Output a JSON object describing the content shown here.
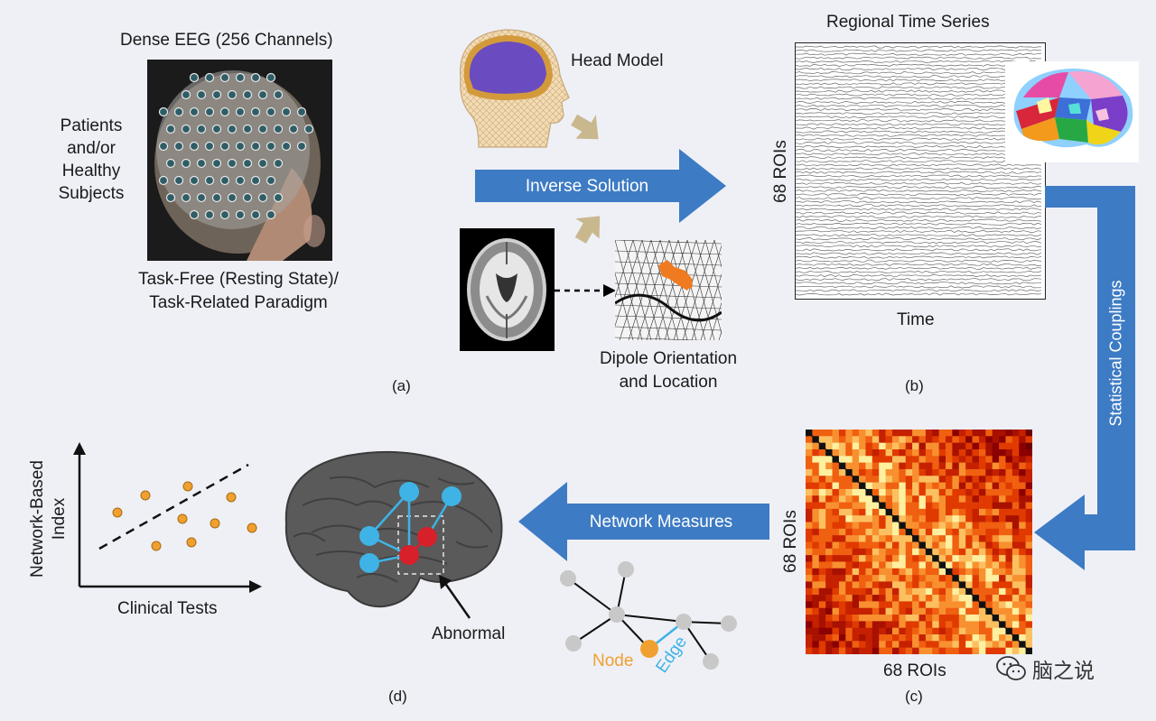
{
  "panel_a": {
    "eeg_title": "Dense EEG (256 Channels)",
    "subjects": [
      "Patients",
      "and/or",
      "Healthy",
      "Subjects"
    ],
    "paradigm": [
      "Task-Free (Resting State)/",
      "Task-Related Paradigm"
    ],
    "head_model": "Head Model",
    "inverse_solution": "Inverse Solution",
    "dipole": [
      "Dipole Orientation",
      "and Location"
    ],
    "label": "(a)"
  },
  "panel_b": {
    "title": "Regional Time Series",
    "y_label": "68 ROIs",
    "x_label": "Time",
    "label": "(b)"
  },
  "statistical_couplings": "Statistical Couplings",
  "panel_c": {
    "y_label": "68 ROIs",
    "x_label": "68 ROIs",
    "label": "(c)"
  },
  "network_measures": "Network Measures",
  "panel_d": {
    "y_label": [
      "Network-Based",
      "Index"
    ],
    "x_label": "Clinical Tests",
    "abnormal": "Abnormal",
    "node": "Node",
    "edge": "Edge",
    "label": "(d)"
  },
  "watermark": "脑之说",
  "colors": {
    "arrow_blue": "#3d7bc4",
    "node_orange": "#f0a030",
    "node_blue": "#3fb3e6",
    "node_red": "#d8202a",
    "node_gray": "#c8c8c8",
    "brain_purple": "#6a4bc0",
    "dipole_orange": "#f07a20",
    "matrix_dark": "#8b0000"
  }
}
